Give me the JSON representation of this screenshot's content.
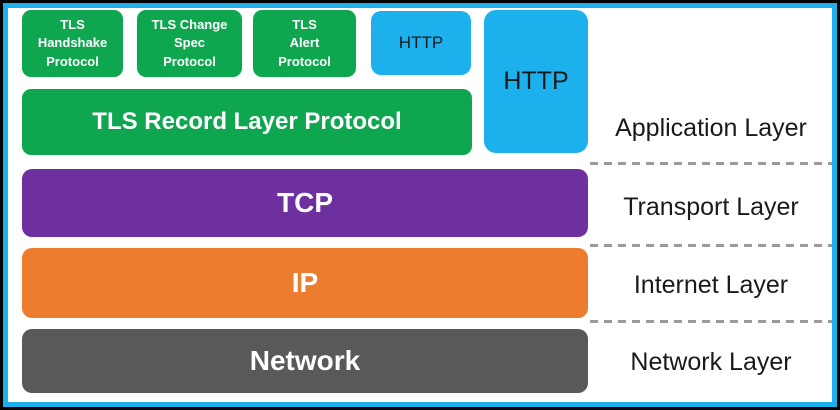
{
  "diagram": {
    "type": "protocol-stack",
    "boxes": {
      "tls_handshake": "TLS\nHandshake\nProtocol",
      "tls_change_spec": "TLS Change\nSpec\nProtocol",
      "tls_alert": "TLS\nAlert\nProtocol",
      "http_small": "HTTP",
      "http_tall": "HTTP",
      "tls_record": "TLS Record Layer Protocol",
      "tcp": "TCP",
      "ip": "IP",
      "network": "Network"
    },
    "layer_labels": {
      "application": "Application Layer",
      "transport": "Transport Layer",
      "internet": "Internet Layer",
      "network": "Network Layer"
    },
    "colors": {
      "green": "#0ea750",
      "blue": "#1cb1ed",
      "purple": "#6e2f9f",
      "orange": "#ec7d2f",
      "gray": "#595959",
      "frame_border_outer": "#000000",
      "frame_border_inner": "#1cb1ed",
      "divider_gray": "#9a9a9a",
      "layer_label_text": "#1a1a1a",
      "stack_box_text": "#ffffff",
      "http_box_text": "#1a1a1a"
    }
  }
}
